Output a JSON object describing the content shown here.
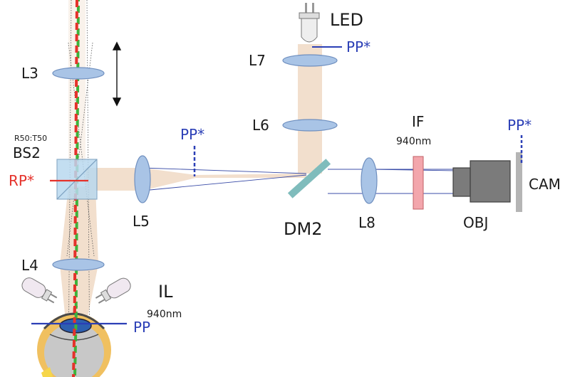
{
  "labels": {
    "led": "LED",
    "pp_led": "PP*",
    "l7": "L7",
    "l6": "L6",
    "l3": "L3",
    "bs2_ratio": "R50:T50",
    "bs2": "BS2",
    "rp": "RP*",
    "pp_mid": "PP*",
    "if": "IF",
    "if_wavelength": "940nm",
    "pp_cam": "PP*",
    "cam": "CAM",
    "l5": "L5",
    "dm2": "DM2",
    "l8": "L8",
    "obj": "OBJ",
    "l4": "L4",
    "il": "IL",
    "il_wavelength": "940nm",
    "pp_eye": "PP"
  },
  "colors": {
    "beam_fill": "#f1dcc8",
    "lens_fill": "#a9c4e6",
    "lens_stroke": "#6f8fbf",
    "pp_blue": "#2b3fb6",
    "rp_red": "#e5322b",
    "axis_green": "#3cb43c",
    "axis_red": "#e5322b",
    "filter_pink": "#f3a6ac",
    "objective_gray": "#7b7b7b",
    "camera_gray": "#b5b5b5",
    "dichroic_teal": "#7fbcbc",
    "cube_blue": "#b9d9ef",
    "eye_yellow": "#f0c060",
    "eye_gray": "#c8c8c8"
  }
}
